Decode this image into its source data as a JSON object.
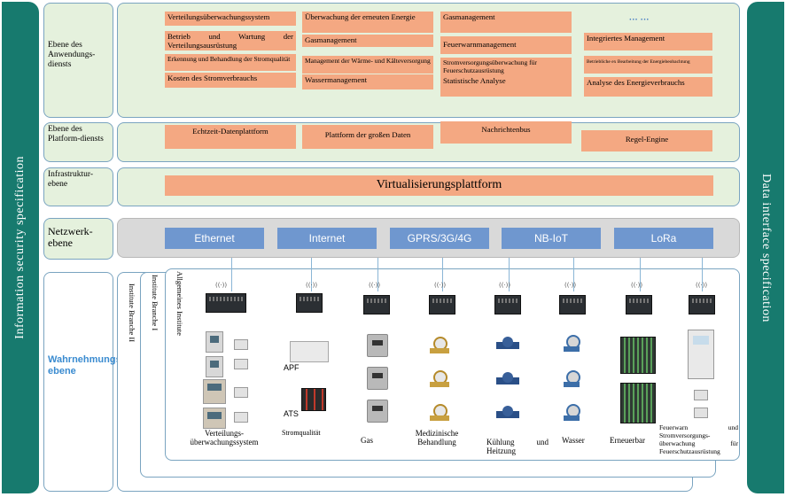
{
  "sides": {
    "left": "Information security specification",
    "right": "Data interface specification"
  },
  "layers": {
    "application": "Ebene des Anwendungs-diensts",
    "platform": "Ebene des Platform-diensts",
    "infrastructure": "Infrastruktur-ebene",
    "network": "Netzwerk-ebene",
    "perception": "Wahrnehmungs-ebene"
  },
  "applications": {
    "col1": [
      "Verteilungsüberwachungssystem",
      "Betrieb und Wartung der Verteilungsausrüstung",
      "Erkennung und Behandlung der Stromqualität",
      "Kosten des Stromverbrauchs"
    ],
    "col2": [
      "Überwachung der erneuten Energie",
      "Gasmanagement",
      "Management der Wärme- und Kälteversorgung",
      "Wassermanagement"
    ],
    "col3": [
      "Gasmanagement",
      "Feuerwarnmanagement",
      "Stromversorgungsüberwachung für Feuerschutzausrüstung",
      "Statistische Analyse"
    ],
    "col4_ellipsis": "··· ···",
    "col4": [
      "Integriertes Management",
      "Betriebliche ex Bearbeitung der Energiebeobachtung",
      "Analyse des Energieverbrauchs"
    ]
  },
  "platform_items": [
    "Echtzeit-Datenplattform",
    "Plattform der großen Daten",
    "Nachrichtenbus",
    "Regel-Engine"
  ],
  "infrastructure_item": "Virtualisierungsplattform",
  "network_items": [
    "Ethernet",
    "Internet",
    "GPRS/3G/4G",
    "NB-IoT",
    "LoRa"
  ],
  "institutes": {
    "general": "Allgemeines Institute",
    "branch1": "Institute Branche I",
    "branch2": "Institute Branche II"
  },
  "devices": {
    "apf": "APF",
    "ats": "ATS",
    "antenna": "((·))"
  },
  "device_captions": [
    "Verteilungs-überwachungssystem",
    "Stromqualität",
    "Gas",
    "Medizinische Behandlung",
    "Kühlung und Heitzung",
    "Wasser",
    "Erneuerbar",
    "Feuerwarn und Stromversorgungs-überwachung für Feuerschutzausrüstung"
  ]
}
